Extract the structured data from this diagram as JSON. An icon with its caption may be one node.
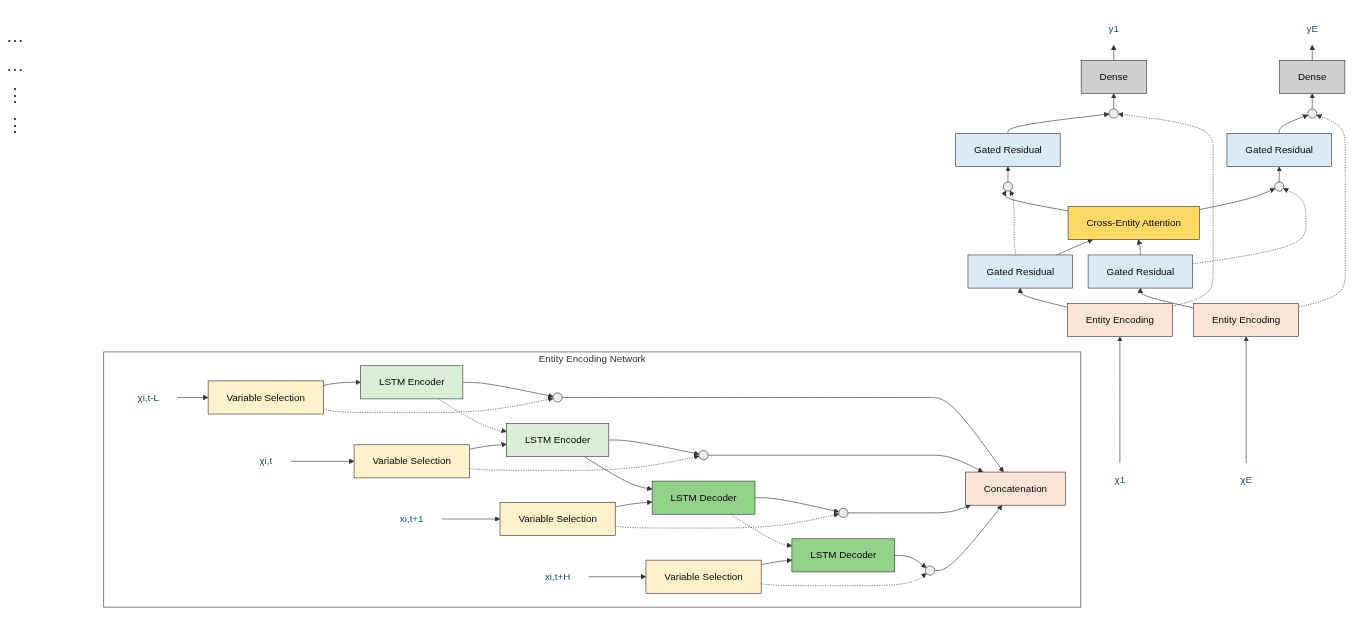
{
  "diagram": {
    "nodes": [
      {
        "text": [
          "y1"
        ]
      },
      {
        "text": [
          "yE"
        ]
      },
      {
        "text": [
          "Dense"
        ]
      },
      {
        "text": [
          "Dense"
        ]
      },
      {
        "text": [],
        "shape": "circle"
      },
      {
        "text": [],
        "shape": "circle"
      },
      {
        "text": [
          "Gated Residual"
        ]
      },
      {
        "text": [
          "Gated Residual"
        ]
      },
      {
        "text": [],
        "shape": "circle"
      },
      {
        "text": [],
        "shape": "circle"
      },
      {
        "text": [
          "Cross-Entity Attention"
        ]
      },
      {
        "text": [
          "Gated Residual"
        ]
      },
      {
        "text": [
          "Gated Residual"
        ]
      },
      {
        "text": [
          "Entity Encoding"
        ]
      },
      {
        "text": [
          "Entity Encoding"
        ]
      },
      {
        "text": [
          "χ1"
        ]
      },
      {
        "text": [
          "χE"
        ]
      },
      {
        "text": [
          "Entity Encoding Network"
        ]
      },
      {
        "text": [
          "χi,t-L"
        ],
        "in": 17
      },
      {
        "text": [
          "Variable Selection"
        ],
        "in": 17
      },
      {
        "text": [
          "LSTM Encoder"
        ],
        "in": 17
      },
      {
        "text": [],
        "shape": "circle",
        "in": 17
      },
      {
        "text": [
          "χi,t"
        ],
        "in": 17
      },
      {
        "text": [
          "Variable Selection"
        ],
        "in": 17
      },
      {
        "text": [
          "LSTM Encoder"
        ],
        "in": 17
      },
      {
        "text": [],
        "shape": "circle",
        "in": 17
      },
      {
        "text": [
          "xi,t+1"
        ],
        "in": 17
      },
      {
        "text": [
          "Variable Selection"
        ],
        "in": 17
      },
      {
        "text": [
          "LSTM Decoder"
        ],
        "in": 17
      },
      {
        "text": [],
        "shape": "circle",
        "in": 17
      },
      {
        "text": [
          "xi,t+H"
        ],
        "in": 17
      },
      {
        "text": [
          "Variable Selection"
        ],
        "in": 17
      },
      {
        "text": [
          "LSTM Decoder"
        ],
        "in": 17
      },
      {
        "text": [],
        "shape": "circle",
        "in": 17
      },
      {
        "text": [
          "Concatenation"
        ],
        "in": 17
      }
    ],
    "edges": [
      {
        "from": 15,
        "to": 13,
        "arrow": "to"
      },
      {
        "from": 13,
        "to": 11,
        "arrow": "to"
      },
      {
        "from": 11,
        "to": 10,
        "arrow": "to"
      },
      {
        "from": 10,
        "to": 8,
        "arrow": "to"
      },
      {
        "from": 11,
        "to": 8,
        "arrow": "to",
        "style": "dashed"
      },
      {
        "from": 8,
        "to": 6,
        "arrow": "to"
      },
      {
        "from": 6,
        "to": 4,
        "arrow": "to"
      },
      {
        "from": 13,
        "to": 4,
        "arrow": "to",
        "style": "dashed"
      },
      {
        "from": 4,
        "to": 2,
        "arrow": "to"
      },
      {
        "from": 2,
        "to": 0,
        "arrow": "to"
      },
      {
        "from": 16,
        "to": 14,
        "arrow": "to"
      },
      {
        "from": 14,
        "to": 12,
        "arrow": "to"
      },
      {
        "from": 12,
        "to": 10,
        "arrow": "to"
      },
      {
        "from": 10,
        "to": 9,
        "arrow": "to"
      },
      {
        "from": 12,
        "to": 9,
        "arrow": "to",
        "style": "dashed"
      },
      {
        "from": 9,
        "to": 7,
        "arrow": "to"
      },
      {
        "from": 7,
        "to": 5,
        "arrow": "to"
      },
      {
        "from": 14,
        "to": 5,
        "arrow": "to",
        "style": "dashed"
      },
      {
        "from": 5,
        "to": 3,
        "arrow": "to"
      },
      {
        "from": 3,
        "to": 1,
        "arrow": "to"
      },
      {
        "from": 18,
        "to": 19,
        "arrow": "to"
      },
      {
        "from": 19,
        "to": 20,
        "arrow": "to"
      },
      {
        "from": 20,
        "to": 21,
        "arrow": "to"
      },
      {
        "from": 21,
        "to": 34,
        "arrow": "to"
      },
      {
        "from": 19,
        "to": 21,
        "arrow": "to",
        "style": "dashed"
      },
      {
        "from": 20,
        "to": 24,
        "arrow": "to",
        "style": "dashed"
      },
      {
        "from": 22,
        "to": 23,
        "arrow": "to"
      },
      {
        "from": 23,
        "to": 24,
        "arrow": "to"
      },
      {
        "from": 24,
        "to": 25,
        "arrow": "to"
      },
      {
        "from": 25,
        "to": 34,
        "arrow": "to"
      },
      {
        "from": 23,
        "to": 25,
        "arrow": "to",
        "style": "dashed"
      },
      {
        "from": 24,
        "to": 28,
        "arrow": "to"
      },
      {
        "from": 26,
        "to": 27,
        "arrow": "to"
      },
      {
        "from": 27,
        "to": 28,
        "arrow": "to"
      },
      {
        "from": 28,
        "to": 29,
        "arrow": "to"
      },
      {
        "from": 29,
        "to": 34,
        "arrow": "to"
      },
      {
        "from": 27,
        "to": 29,
        "arrow": "to",
        "style": "dashed"
      },
      {
        "from": 28,
        "to": 32,
        "arrow": "to",
        "style": "dashed"
      },
      {
        "from": 30,
        "to": 31,
        "arrow": "to"
      },
      {
        "from": 31,
        "to": 32,
        "arrow": "to"
      },
      {
        "from": 32,
        "to": 33,
        "arrow": "to"
      },
      {
        "from": 33,
        "to": 34,
        "arrow": "to"
      },
      {
        "from": 31,
        "to": 33,
        "arrow": "to",
        "style": "dashed"
      }
    ],
    "labels": [
      "…",
      "…",
      "⋮",
      "⋮"
    ]
  }
}
